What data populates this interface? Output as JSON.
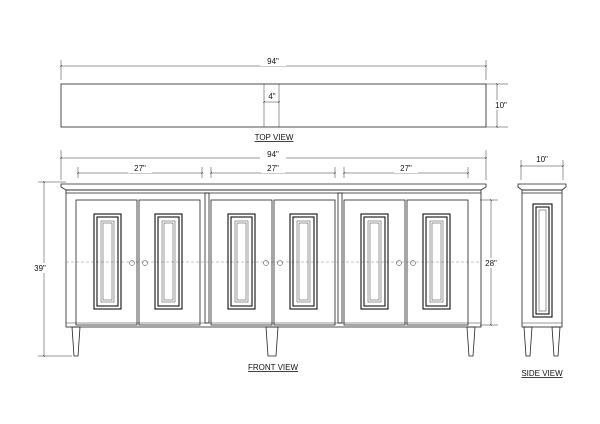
{
  "top_view": {
    "caption": "TOP VIEW",
    "overall_width": "94\"",
    "center_mark": "4\"",
    "depth": "10\""
  },
  "front_view": {
    "caption": "FRONT VIEW",
    "overall_width": "94\"",
    "section_widths": [
      "27\"",
      "27\"",
      "27\""
    ],
    "overall_height": "39\"",
    "door_height": "28\""
  },
  "side_view": {
    "caption": "SIDE VIEW",
    "depth": "10\""
  }
}
